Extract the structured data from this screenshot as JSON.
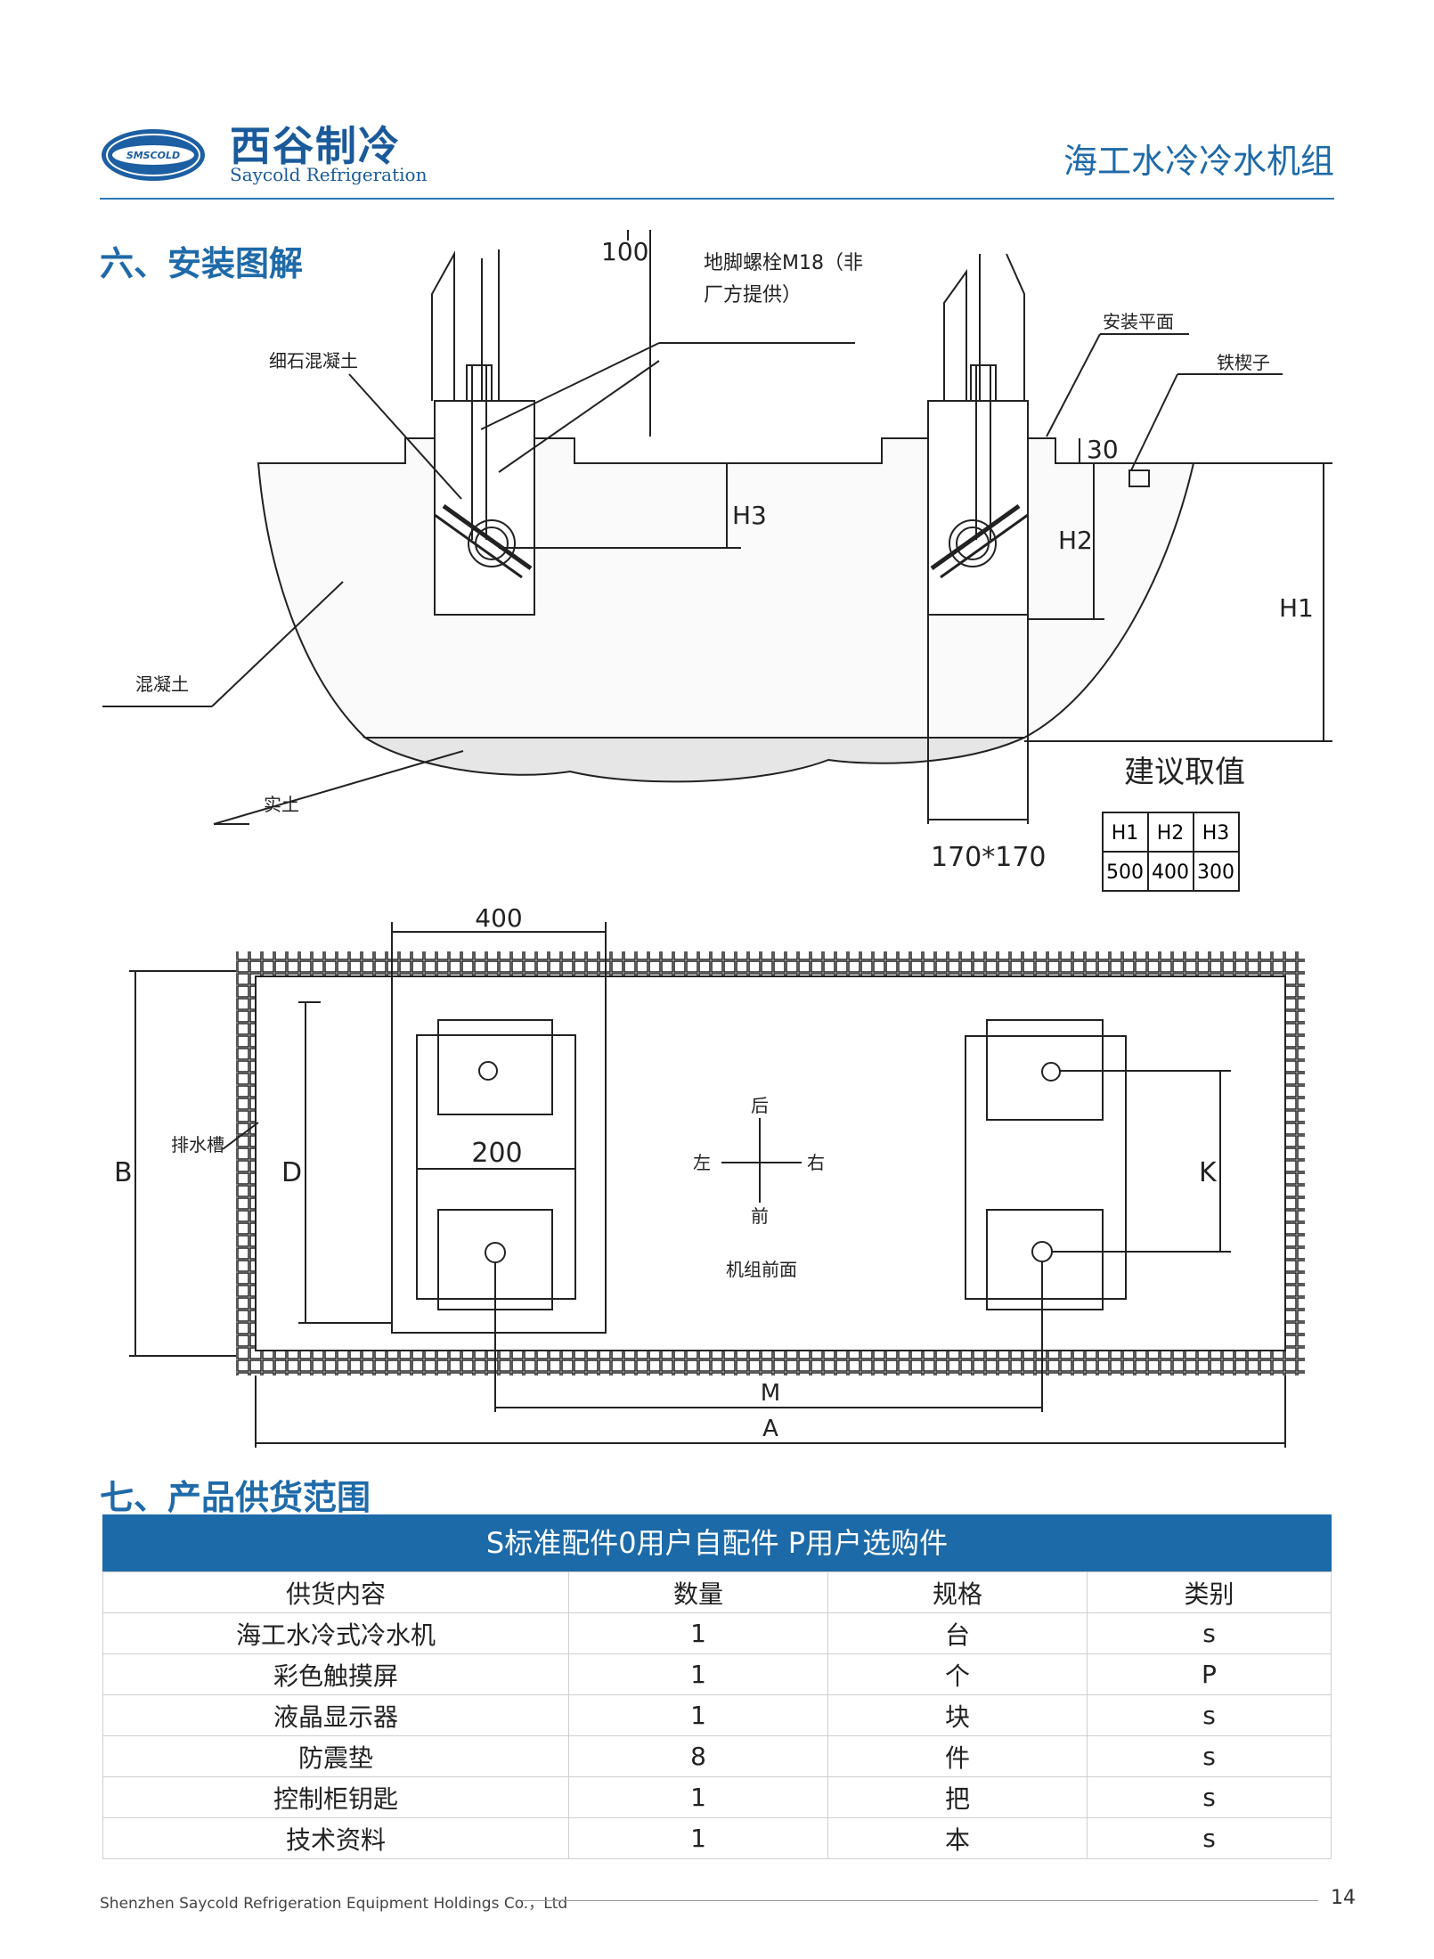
{
  "header": {
    "logo_text": "SMSCOLD",
    "brand_cn": "西谷制冷",
    "brand_en": "Saycold Refrigeration",
    "title": "海工水冷冷水机组"
  },
  "section6": {
    "title": "六、安装图解"
  },
  "section_drawing": {
    "label_100": "100",
    "anchor_bolt": "地脚螺栓M18（非",
    "anchor_bolt_2": "厂方提供）",
    "install_plane": "安装平面",
    "fine_concrete": "细石混凝土",
    "iron_wedge": "铁楔子",
    "label_30": "30",
    "H3": "H3",
    "H2": "H2",
    "H1": "H1",
    "concrete": "混凝土",
    "solid_soil": "实土",
    "size_170": "170*170",
    "rec_title": "建议取值",
    "rec_headers": [
      "H1",
      "H2",
      "H3"
    ],
    "rec_values": [
      "500",
      "400",
      "300"
    ]
  },
  "plan_drawing": {
    "label_400": "400",
    "label_200": "200",
    "B": "B",
    "D": "D",
    "K": "K",
    "M": "M",
    "A": "A",
    "drain": "排水槽",
    "back": "后",
    "front": "前",
    "left": "左",
    "right": "右",
    "unit_front": "机组前面"
  },
  "section7": {
    "title": "七、产品供货范围"
  },
  "supply_table": {
    "caption": "S标准配件0用户自配件 P用户选购件",
    "headers": [
      "供货内容",
      "数量",
      "规格",
      "类别"
    ],
    "rows": [
      [
        "海工水冷式冷水机",
        "1",
        "台",
        "s"
      ],
      [
        "彩色触摸屏",
        "1",
        "个",
        "P"
      ],
      [
        "液晶显示器",
        "1",
        "块",
        "s"
      ],
      [
        "防震垫",
        "8",
        "件",
        "s"
      ],
      [
        "控制柜钥匙",
        "1",
        "把",
        "s"
      ],
      [
        "技术资料",
        "1",
        "本",
        "s"
      ]
    ]
  },
  "footer": {
    "company": "Shenzhen Saycold Refrigeration Equipment Holdings Co.，Ltd",
    "page": "14"
  }
}
